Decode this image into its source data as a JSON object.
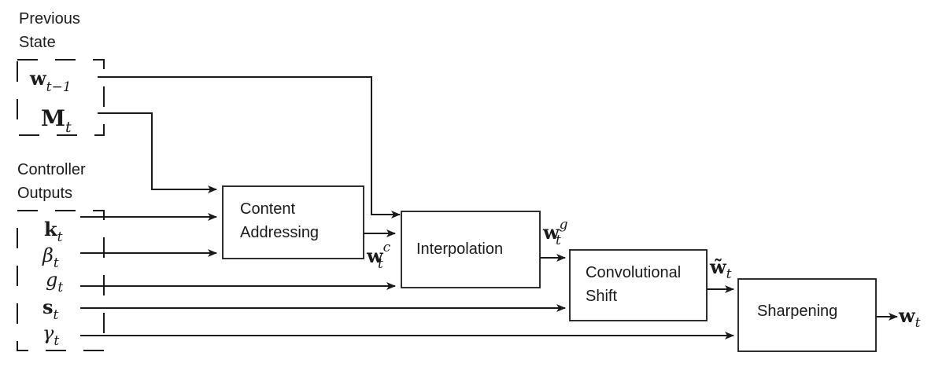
{
  "groups": {
    "previous_state": {
      "line1": "Previous",
      "line2": "State"
    },
    "controller_outputs": {
      "line1": "Controller",
      "line2": "Outputs"
    }
  },
  "inputs": {
    "w_prev": {
      "base": "w",
      "sub": "t−1"
    },
    "memory": {
      "base": "M",
      "sub": "t"
    },
    "key": {
      "base": "k",
      "sub": "t"
    },
    "beta": {
      "base": "β",
      "sub": "t"
    },
    "gate": {
      "base": "g",
      "sub": "t"
    },
    "shift": {
      "base": "s",
      "sub": "t"
    },
    "gamma": {
      "base": "γ",
      "sub": "t"
    }
  },
  "blocks": {
    "content_addressing": {
      "line1": "Content",
      "line2": "Addressing"
    },
    "interpolation": {
      "line1": "Interpolation"
    },
    "convolutional_shift": {
      "line1": "Convolutional",
      "line2": "Shift"
    },
    "sharpening": {
      "line1": "Sharpening"
    }
  },
  "signals": {
    "w_content": {
      "base": "w",
      "sub": "t",
      "sup": "c"
    },
    "w_gated": {
      "base": "w",
      "sub": "t",
      "sup": "g"
    },
    "w_shifted": {
      "base": "w̃",
      "sub": "t"
    },
    "w_out": {
      "base": "w",
      "sub": "t"
    }
  }
}
